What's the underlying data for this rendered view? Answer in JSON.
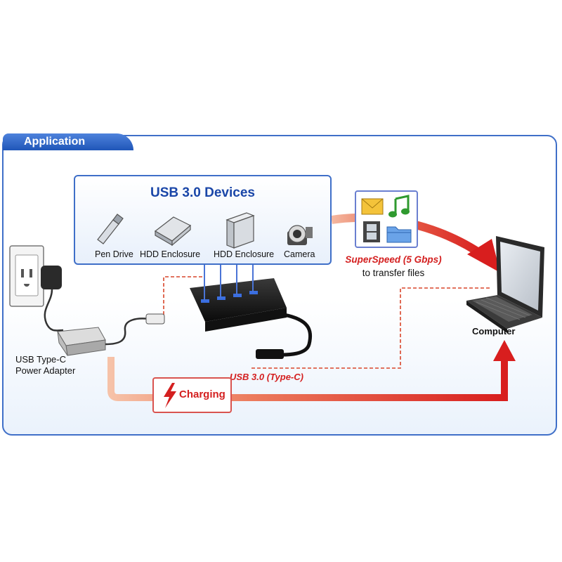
{
  "panel": {
    "tab_label": "Application"
  },
  "devices": {
    "title": "USB 3.0 Devices",
    "items": [
      {
        "label": "Pen Drive",
        "icon": "pen-drive-icon"
      },
      {
        "label": "HDD Enclosure",
        "icon": "hdd-enclosure-slim-icon"
      },
      {
        "label": "HDD Enclosure",
        "icon": "hdd-enclosure-desktop-icon"
      },
      {
        "label": "Camera",
        "icon": "camera-icon"
      }
    ]
  },
  "files": {
    "icons": [
      "mail-icon",
      "music-note-icon",
      "film-icon",
      "folder-icon"
    ]
  },
  "transfer": {
    "speed_label": "SuperSpeed (5 Gbps)",
    "speed_sub": "to transfer files"
  },
  "computer": {
    "label": "Computer"
  },
  "adapter": {
    "line1": "USB Type-C",
    "line2": "Power Adapter"
  },
  "cable": {
    "label": "USB 3.0 (Type-C)"
  },
  "charging": {
    "label": "Charging"
  },
  "colors": {
    "accent_blue": "#1a46a8",
    "accent_red": "#d41f1f",
    "border_blue": "#3f6fc8"
  }
}
